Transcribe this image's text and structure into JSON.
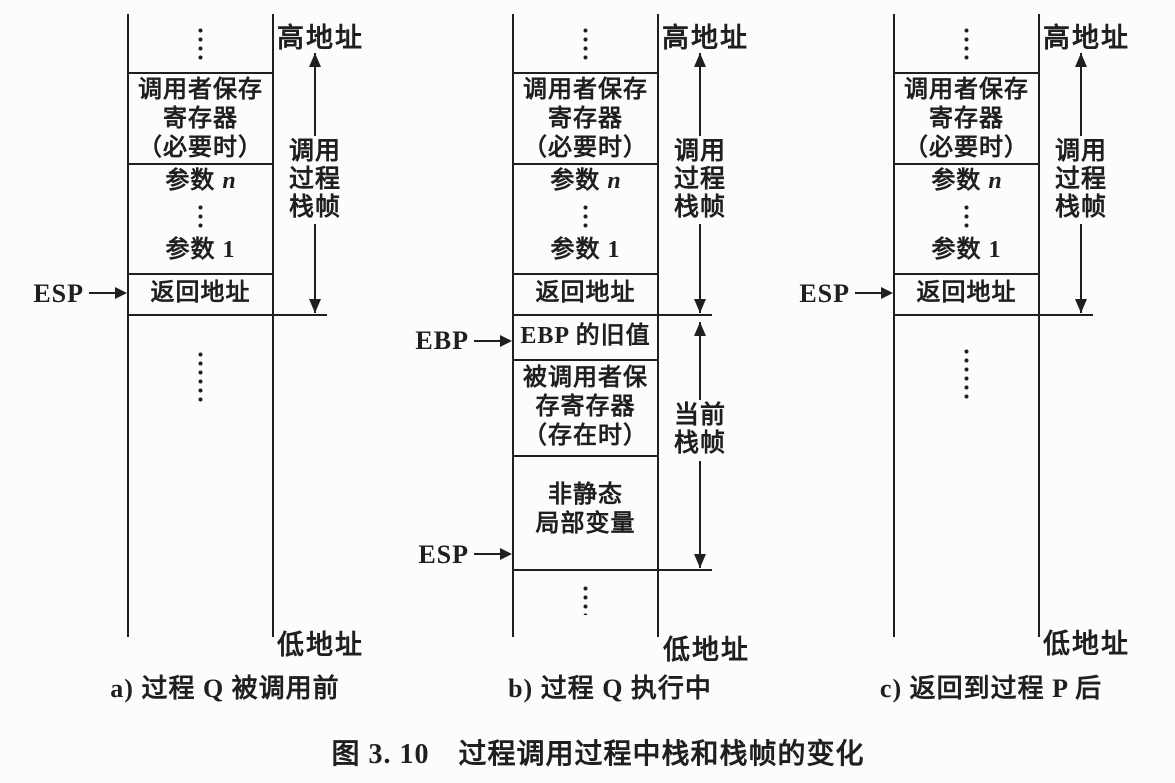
{
  "style": {
    "ink": "#1f1f1f",
    "paper": "#fcfcfb"
  },
  "figure": {
    "caption": "图 3. 10　过程调用过程中栈和栈帧的变化"
  },
  "labels": {
    "high_address": "高地址",
    "low_address": "低地址",
    "esp": "ESP",
    "ebp": "EBP",
    "caller_frame": "调用\n过程\n栈帧",
    "current_frame": "当前\n栈帧"
  },
  "cells": {
    "caller_saved": "调用者保存\n寄存器\n（必要时）",
    "param_n_prefix": "参数 ",
    "param_n_var": "n",
    "param_1": "参数 1",
    "return_address": "返回地址",
    "ebp_old": "EBP 的旧值",
    "callee_saved": "被调用者保\n存寄存器\n（存在时）",
    "local_vars": "非静态\n局部变量"
  },
  "panels": {
    "a": {
      "caption": "a) 过程 Q 被调用前"
    },
    "b": {
      "caption": "b) 过程 Q 执行中"
    },
    "c": {
      "caption": "c) 返回到过程 P 后"
    }
  }
}
